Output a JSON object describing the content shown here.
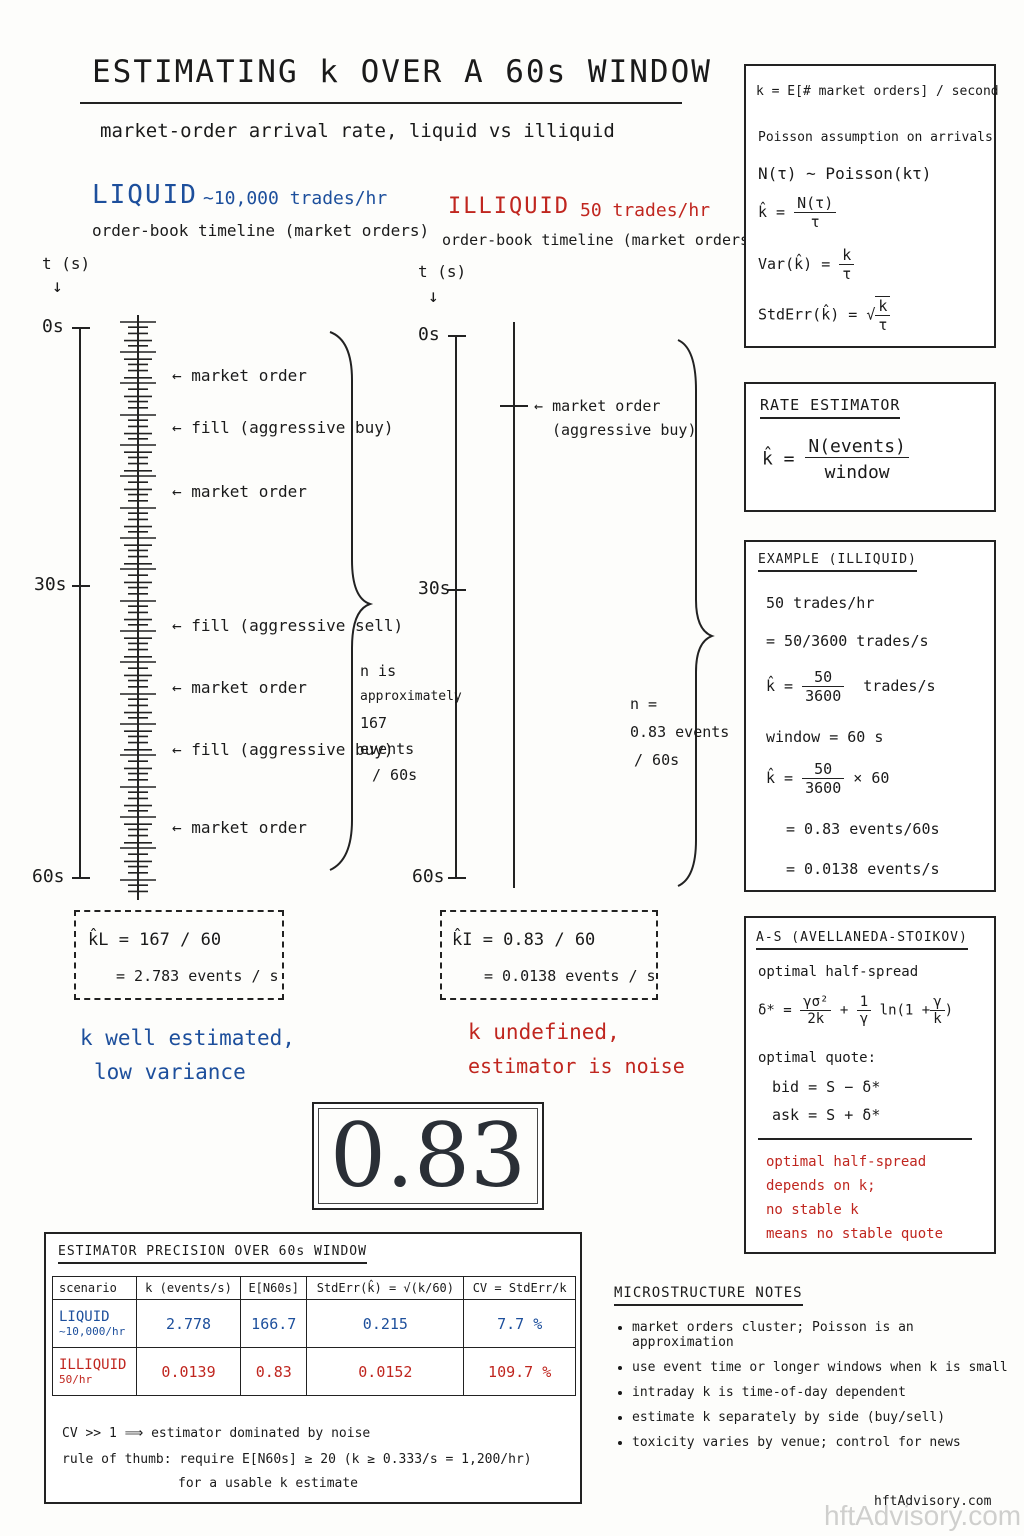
{
  "title": "ESTIMATING k OVER A 60s WINDOW",
  "subtitle": "market-order arrival rate, liquid vs illiquid",
  "liquid": {
    "label": "LIQUID",
    "rate": "~10,000 trades/hr",
    "timeline_caption": "order-book timeline (market orders)",
    "axis_label": "t (s)",
    "ticks": [
      "0s",
      "30s",
      "60s"
    ],
    "annotations": [
      "market order",
      "fill (aggressive buy)",
      "market order",
      "fill (aggressive sell)",
      "market order",
      "fill (aggressive buy)",
      "market order"
    ],
    "n_note": [
      "n is",
      "approximately",
      "167 events",
      "/ 60s"
    ],
    "estimate_line1": "k̂L = 167 / 60",
    "estimate_line2": "= 2.783 events / s",
    "verdict_line1": "k well estimated,",
    "verdict_line2": "low variance"
  },
  "illiquid": {
    "label": "ILLIQUID",
    "rate": "50 trades/hr",
    "timeline_caption": "order-book timeline (market orders)",
    "axis_label": "t (s)",
    "ticks": [
      "0s",
      "30s",
      "60s"
    ],
    "annotation_line1": "market order",
    "annotation_line2": "(aggressive buy)",
    "n_note": [
      "n =",
      "0.83 events",
      "/ 60s"
    ],
    "estimate_line1": "k̂I = 0.83 / 60",
    "estimate_line2": "= 0.0138 events / s",
    "verdict_line1": "k undefined,",
    "verdict_line2": "estimator is noise"
  },
  "big_number": "0.83",
  "definition_box": {
    "def_k": "k = E[# market orders] / second",
    "poisson": "Poisson assumption on arrivals",
    "n_tau": "N(τ) ~ Poisson(kτ)",
    "khat_lhs": "k̂ =",
    "khat_num": "N(τ)",
    "khat_den": "τ",
    "var_lhs": "Var(k̂) =",
    "var_num": "k",
    "var_den": "τ",
    "stderr_lhs": "StdErr(k̂) = √",
    "stderr_num": "k",
    "stderr_den": "τ"
  },
  "rate_estimator": {
    "title": "RATE ESTIMATOR",
    "lhs": "k̂ =",
    "num": "N(events)",
    "den": "window"
  },
  "example": {
    "title": "EXAMPLE (ILLIQUID)",
    "l1": "50 trades/hr",
    "l2": "= 50/3600 trades/s",
    "l3_lhs": "k̂ =",
    "l3_num": "50",
    "l3_den": "3600",
    "l3_unit": "trades/s",
    "l4": "window = 60 s",
    "l5_lhs": "k̂ =",
    "l5_num": "50",
    "l5_den": "3600",
    "l5_tail": "× 60",
    "l6": "= 0.83 events/60s",
    "l7": "= 0.0138 events/s"
  },
  "as_box": {
    "title": "A-S (AVELLANEDA-STOIKOV)",
    "half_spread_label": "optimal half-spread",
    "delta_lhs": "δ* =",
    "t1_num": "γσ²",
    "t1_den": "2k",
    "plus": "+",
    "t2_num": "1",
    "t2_den": "γ",
    "ln_open": "ln(1 +",
    "t3_num": "γ",
    "t3_den": "k",
    "ln_close": ")",
    "quote_label": "optimal quote:",
    "bid": "bid = S − δ*",
    "ask": "ask = S + δ*",
    "note": [
      "optimal half-spread",
      "depends on k;",
      "no stable k",
      "means no stable quote"
    ]
  },
  "precision_table": {
    "title": "ESTIMATOR PRECISION OVER 60s WINDOW",
    "headers": [
      "scenario",
      "k (events/s)",
      "E[N60s]",
      "StdErr(k̂) = √(k/60)",
      "CV = StdErr/k"
    ],
    "rows": [
      {
        "scenario": "LIQUID",
        "sub": "~10,000/hr",
        "k": "2.778",
        "en": "166.7",
        "se": "0.215",
        "cv": "7.7 %"
      },
      {
        "scenario": "ILLIQUID",
        "sub": "50/hr",
        "k": "0.0139",
        "en": "0.83",
        "se": "0.0152",
        "cv": "109.7 %"
      }
    ],
    "foot1": "CV >> 1   ⟹  estimator dominated by noise",
    "foot2": "rule of thumb: require E[N60s] ≥ 20   (k ≥ 0.333/s = 1,200/hr)",
    "foot3": "for a usable k estimate"
  },
  "notes": {
    "title": "MICROSTRUCTURE NOTES",
    "items": [
      "market orders cluster; Poisson is an approximation",
      "use event time or longer windows when k is small",
      "intraday k is time-of-day dependent",
      "estimate k separately by side (buy/sell)",
      "toxicity varies by venue; control for news"
    ]
  },
  "watermark_small": "hftAdvisory.com",
  "watermark_big": "hftAdvisory.com"
}
